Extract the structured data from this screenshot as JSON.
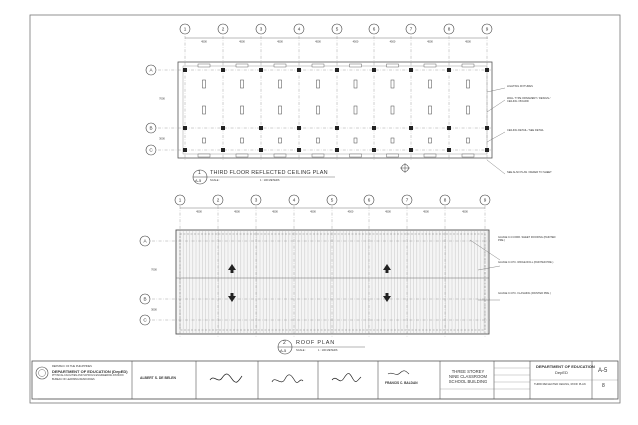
{
  "plans": [
    {
      "number": "1",
      "sheet": "A-5",
      "title": "THIRD FLOOR REFLECTED CEILING PLAN",
      "scale_label": "SCALE :",
      "scale_value": "1 : 100 METERS"
    },
    {
      "number": "2",
      "sheet": "A-5",
      "title": "ROOF PLAN",
      "scale_label": "SCALE :",
      "scale_value": "1 : 100 METERS"
    }
  ],
  "grid_columns": [
    "1",
    "2",
    "3",
    "4",
    "5",
    "6",
    "7",
    "8",
    "9"
  ],
  "grid_rows_plan1": [
    "A",
    "B",
    "C"
  ],
  "grid_rows_plan2": [
    "A",
    "B",
    "C"
  ],
  "column_dims": [
    "4500",
    "4500",
    "4500",
    "4500",
    "4500",
    "4500",
    "4500",
    "4500"
  ],
  "row_dims": [
    "7000",
    "3000"
  ],
  "plan1_notes": [
    "LIGHTING FIXTURES",
    "WALL TYPE ORNAMENT / DESIGN / CEILING / BOARD",
    "CEILING DETAIL / SEE DETAIL",
    "SEE ALSO PLAN / REFER TO SHEET"
  ],
  "plan2_notes": [
    "GAUGE 0.4 CORR. SHEET ROOFING (PAINTED PRE.)",
    "GAUGE 0.4 PC. RIDGE ROLL (PAINTED PRE.)",
    "GAUGE 0.4 PC. FLASHING (PAINTED PRE.)"
  ],
  "title_block": {
    "agency_lines": [
      "REPUBLIC OF THE PHILIPPINES",
      "DEPARTMENT OF EDUCATION (DepED)",
      "PHYSICAL FACILITIES AND SCHOOLS ENGINEERING DIVISION",
      "BUREAU OF LEARNING RESOURCES"
    ],
    "prepared_by": "ALBERT S. DE BELEN",
    "project_title": "THREE STOREY NINE CLASSROOM SCHOOL BUILDING",
    "drawing_title": "THIRD REFLECTED CEILING, ROOF PLAN",
    "owner_name": "DEPARTMENT OF EDUCATION",
    "owner_abbr": "DepED",
    "sheet_no": "A-5",
    "sheet_index": "8",
    "signatory": "FRANCIS C. BALDAN"
  },
  "colors": {
    "line": "#555555",
    "dashed": "#888888",
    "roof": "#f5f5f5"
  }
}
